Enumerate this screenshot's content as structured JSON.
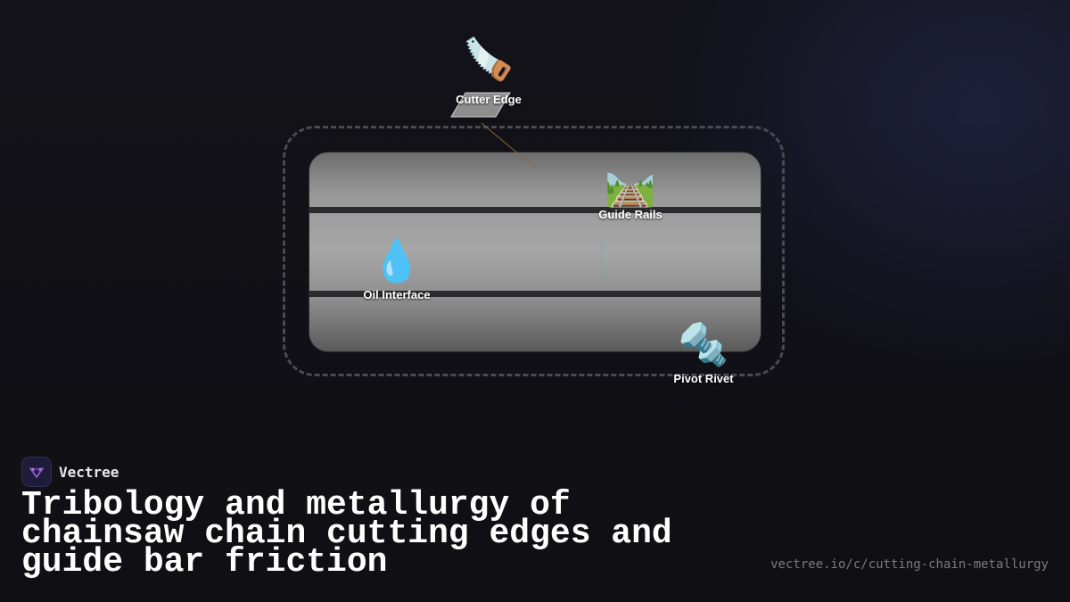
{
  "diagram": {
    "nodes": [
      {
        "id": "cutter_edge",
        "icon": "saw-icon",
        "glyph": "🪚",
        "label": "Cutter Edge"
      },
      {
        "id": "guide_rails",
        "icon": "railway-track-icon",
        "glyph": "🛤️",
        "label": "Guide Rails"
      },
      {
        "id": "oil_interface",
        "icon": "droplet-icon",
        "glyph": "💧",
        "label": "Oil Interface"
      },
      {
        "id": "pivot_rivet",
        "icon": "nut-and-bolt-icon",
        "glyph": "🔩",
        "label": "Pivot Rivet"
      }
    ],
    "colors": {
      "frame_dash": "#4a4a52",
      "bar_light": "#a6a6a6",
      "bar_dark": "#5a5a5a",
      "connector_cutter": "#8a6a3a",
      "connector_rails": "#4fb3bf"
    }
  },
  "brand": {
    "name": "Vectree",
    "logo_icon": "vectree-logo-icon"
  },
  "title": "Tribology and metallurgy of chainsaw chain cutting edges and guide bar friction",
  "url": "vectree.io/c/cutting-chain-metallurgy"
}
